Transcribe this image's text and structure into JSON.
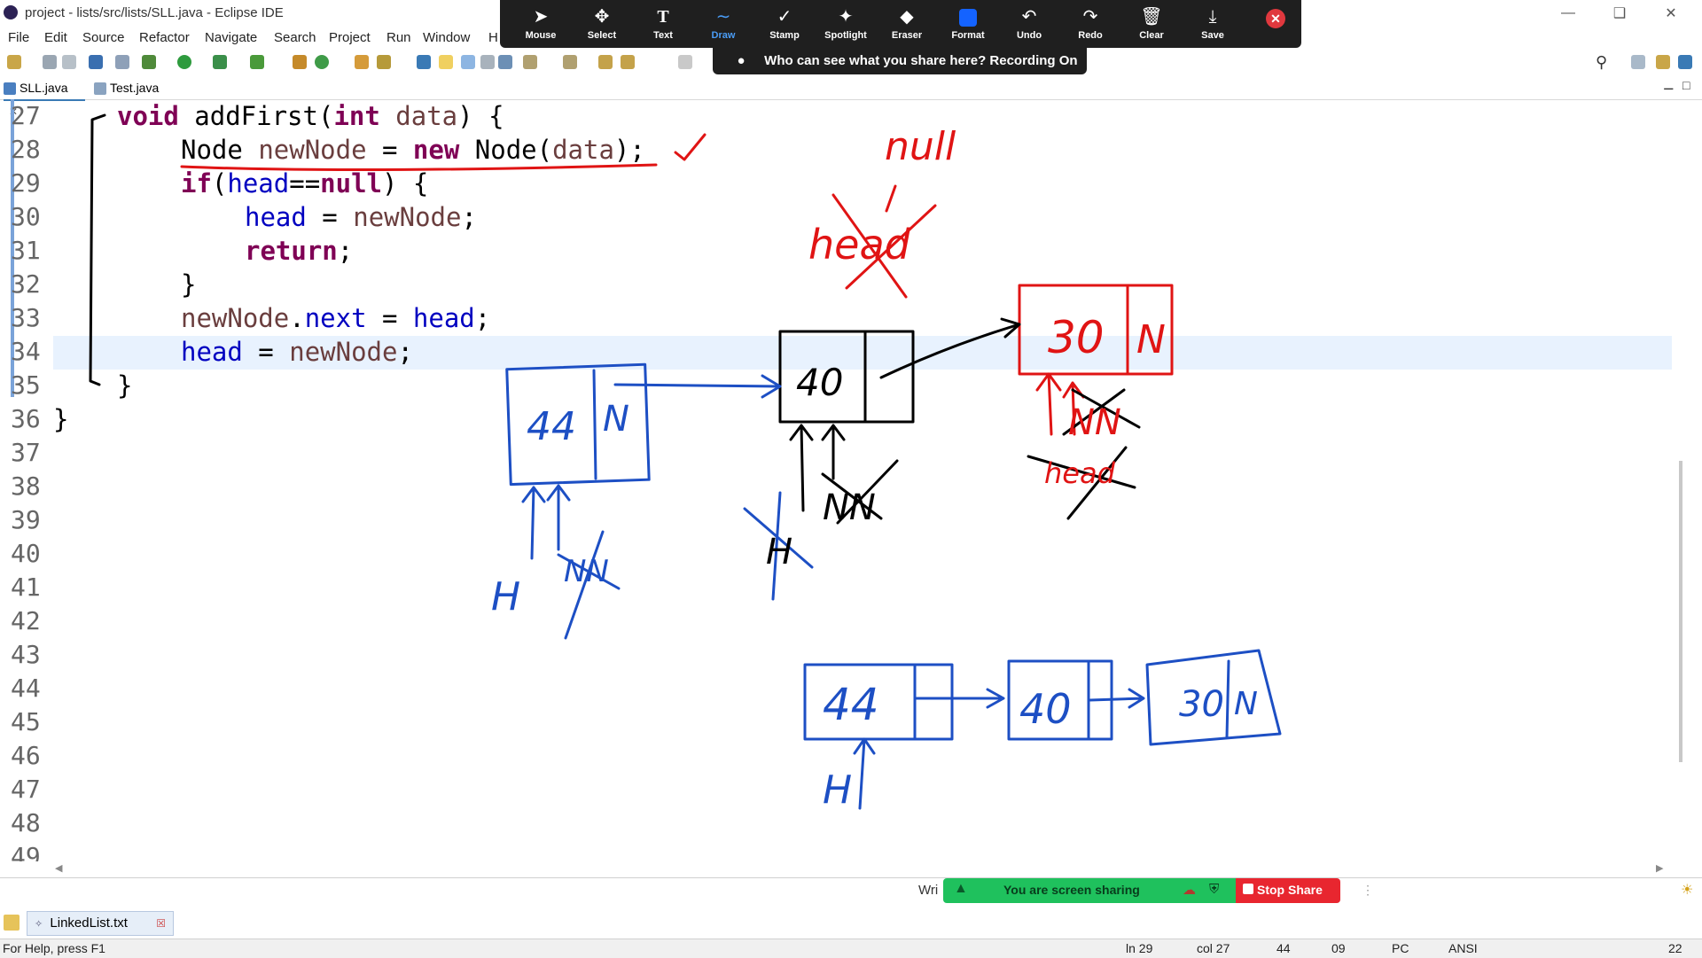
{
  "window": {
    "title": "project - lists/src/lists/SLL.java - Eclipse IDE",
    "minimize_icon": "minimize-icon",
    "restore_icon": "restore-icon",
    "close_icon": "close-icon"
  },
  "menu": [
    "File",
    "Edit",
    "Source",
    "Refactor",
    "Navigate",
    "Search",
    "Project",
    "Run",
    "Window",
    "H"
  ],
  "zoom_toolbar": {
    "items": [
      {
        "label": "Mouse",
        "icon": "cursor-icon"
      },
      {
        "label": "Select",
        "icon": "move-icon"
      },
      {
        "label": "Text",
        "icon": "text-icon"
      },
      {
        "label": "Draw",
        "icon": "draw-icon"
      },
      {
        "label": "Stamp",
        "icon": "check-icon"
      },
      {
        "label": "Spotlight",
        "icon": "spotlight-icon"
      },
      {
        "label": "Eraser",
        "icon": "eraser-icon"
      },
      {
        "label": "Format",
        "icon": "format-icon"
      },
      {
        "label": "Undo",
        "icon": "undo-icon"
      },
      {
        "label": "Redo",
        "icon": "redo-icon"
      },
      {
        "label": "Clear",
        "icon": "trash-icon"
      },
      {
        "label": "Save",
        "icon": "save-icon"
      }
    ],
    "active": "Draw",
    "banner": "Who can see what you share here? Recording On"
  },
  "tabs": [
    {
      "label": "SLL.java",
      "active": true
    },
    {
      "label": "Test.java",
      "active": false
    }
  ],
  "editor": {
    "line_numbers": [
      "27",
      "28",
      "29",
      "30",
      "31",
      "32",
      "33",
      "34",
      "35",
      "36",
      "37",
      "38",
      "39",
      "40",
      "41",
      "42",
      "43",
      "44",
      "45",
      "46",
      "47",
      "48",
      "49"
    ],
    "code": {
      "l27_kw1": "void",
      "l27_rest": " addFirst(",
      "l27_kw2": "int",
      "l27_var": " data",
      "l27_end": ") {",
      "l28_type": "Node ",
      "l28_var": "newNode",
      "l28_eq": " = ",
      "l28_kw": "new",
      "l28_rest": " Node(",
      "l28_arg": "data",
      "l28_end": ");",
      "l29_kw": "if",
      "l29_p": "(",
      "l29_fld": "head",
      "l29_op": "==",
      "l29_null": "null",
      "l29_end": ") {",
      "l30_fld": "head",
      "l30_eq": " = ",
      "l30_var": "newNode",
      "l30_end": ";",
      "l31_kw": "return",
      "l31_end": ";",
      "l32": "}",
      "l33_var": "newNode",
      "l33_dot": ".",
      "l33_fld": "next",
      "l33_eq": " = ",
      "l33_fld2": "head",
      "l33_end": ";",
      "l34_fld": "head",
      "l34_eq": " = ",
      "l34_var": "newNode",
      "l34_end": ";",
      "l35": "}",
      "l36": "}"
    },
    "annotations": {
      "null": "null",
      "node_top": "40",
      "node_red_val": "30",
      "node_red_next": "N",
      "node_left": "44",
      "nn": "NN",
      "h": "H",
      "head_crossed": "head",
      "bottom_nodes": [
        "44",
        "40",
        "30",
        "N"
      ]
    }
  },
  "bottom": {
    "wri": "Wri",
    "sharing": "You are screen sharing",
    "stop": "Stop Share",
    "panel_tab": "LinkedList.txt"
  },
  "status": {
    "help": "For Help, press F1",
    "ln": "ln 29",
    "col": "col 27",
    "v44": "44",
    "v09": "09",
    "pc": "PC",
    "ansi": "ANSI",
    "v22": "22"
  }
}
